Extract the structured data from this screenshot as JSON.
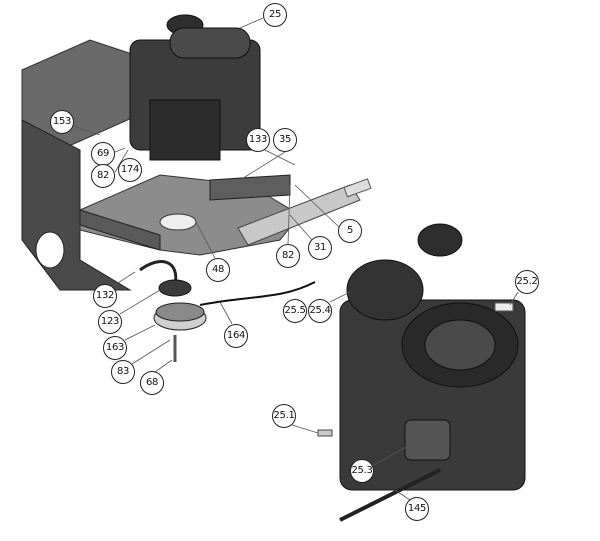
{
  "diagram": {
    "callouts": [
      {
        "id": "c25",
        "label": "25"
      },
      {
        "id": "c153",
        "label": "153"
      },
      {
        "id": "c69",
        "label": "69"
      },
      {
        "id": "c82a",
        "label": "82"
      },
      {
        "id": "c174",
        "label": "174"
      },
      {
        "id": "c133",
        "label": "133"
      },
      {
        "id": "c35",
        "label": "35"
      },
      {
        "id": "c5",
        "label": "5"
      },
      {
        "id": "c31",
        "label": "31"
      },
      {
        "id": "c82b",
        "label": "82"
      },
      {
        "id": "c48",
        "label": "48"
      },
      {
        "id": "c132",
        "label": "132"
      },
      {
        "id": "c123",
        "label": "123"
      },
      {
        "id": "c163",
        "label": "163"
      },
      {
        "id": "c83",
        "label": "83"
      },
      {
        "id": "c68",
        "label": "68"
      },
      {
        "id": "c164",
        "label": "164"
      },
      {
        "id": "c255",
        "label": "25.5"
      },
      {
        "id": "c254",
        "label": "25.4"
      },
      {
        "id": "c252",
        "label": "25.2"
      },
      {
        "id": "c251",
        "label": "25.1"
      },
      {
        "id": "c253",
        "label": "25.3"
      },
      {
        "id": "c145",
        "label": "145"
      }
    ]
  }
}
